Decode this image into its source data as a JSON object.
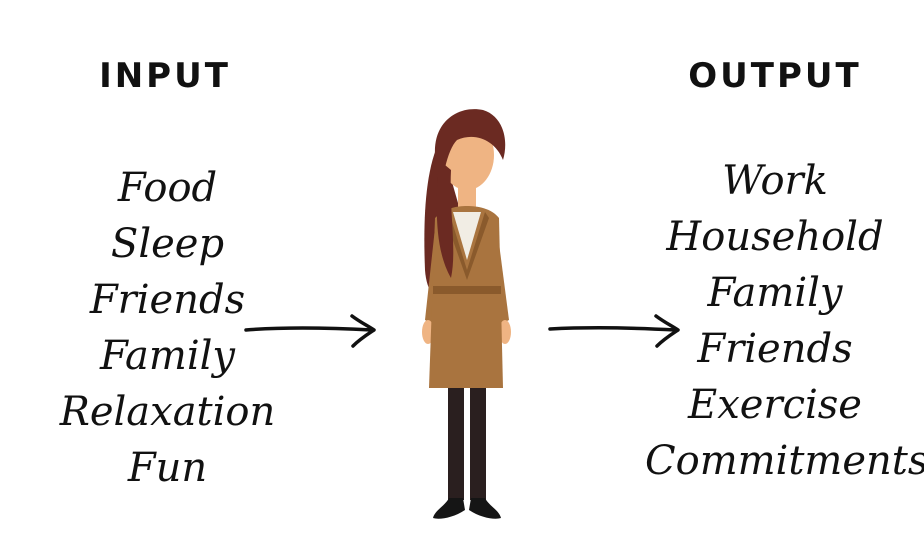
{
  "input": {
    "heading": "INPUT",
    "items": [
      "Food",
      "Sleep",
      "Friends",
      "Family",
      "Relaxation",
      "Fun"
    ]
  },
  "output": {
    "heading": "OUTPUT",
    "items": [
      "Work",
      "Household",
      "Family",
      "Friends",
      "Exercise",
      "Commitments"
    ]
  },
  "colors": {
    "text": "#111111",
    "hair": "#6b2a22",
    "skin": "#efb483",
    "coat": "#a9743f",
    "coat_shadow": "#8a5a2c",
    "shirt": "#f1ede4",
    "pants": "#2a1f1f",
    "shoes": "#151515"
  },
  "icons": {
    "person": "woman-figure-icon",
    "arrow": "right-arrow-icon"
  }
}
